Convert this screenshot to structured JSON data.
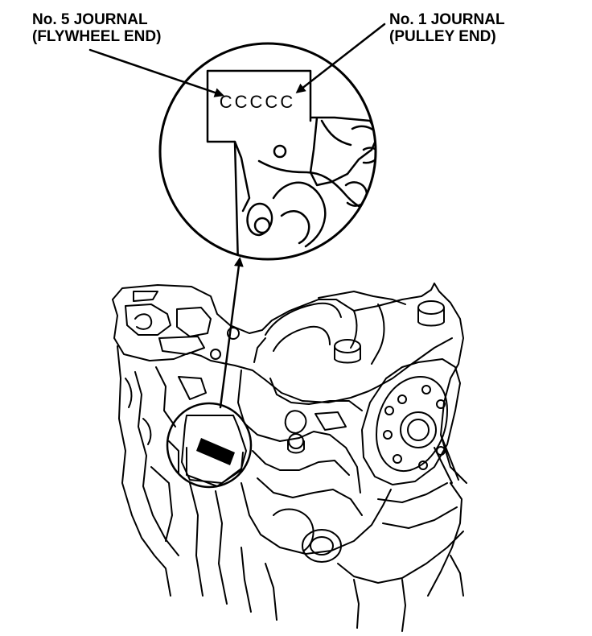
{
  "labels": {
    "left": {
      "line1": "No. 5 JOURNAL",
      "line2": "(FLYWHEEL END)"
    },
    "right": {
      "line1": "No. 1 JOURNAL",
      "line2": "(PULLEY END)"
    }
  },
  "stamp_code": "CCCCC",
  "colors": {
    "ink": "#000000",
    "paper": "#ffffff"
  }
}
